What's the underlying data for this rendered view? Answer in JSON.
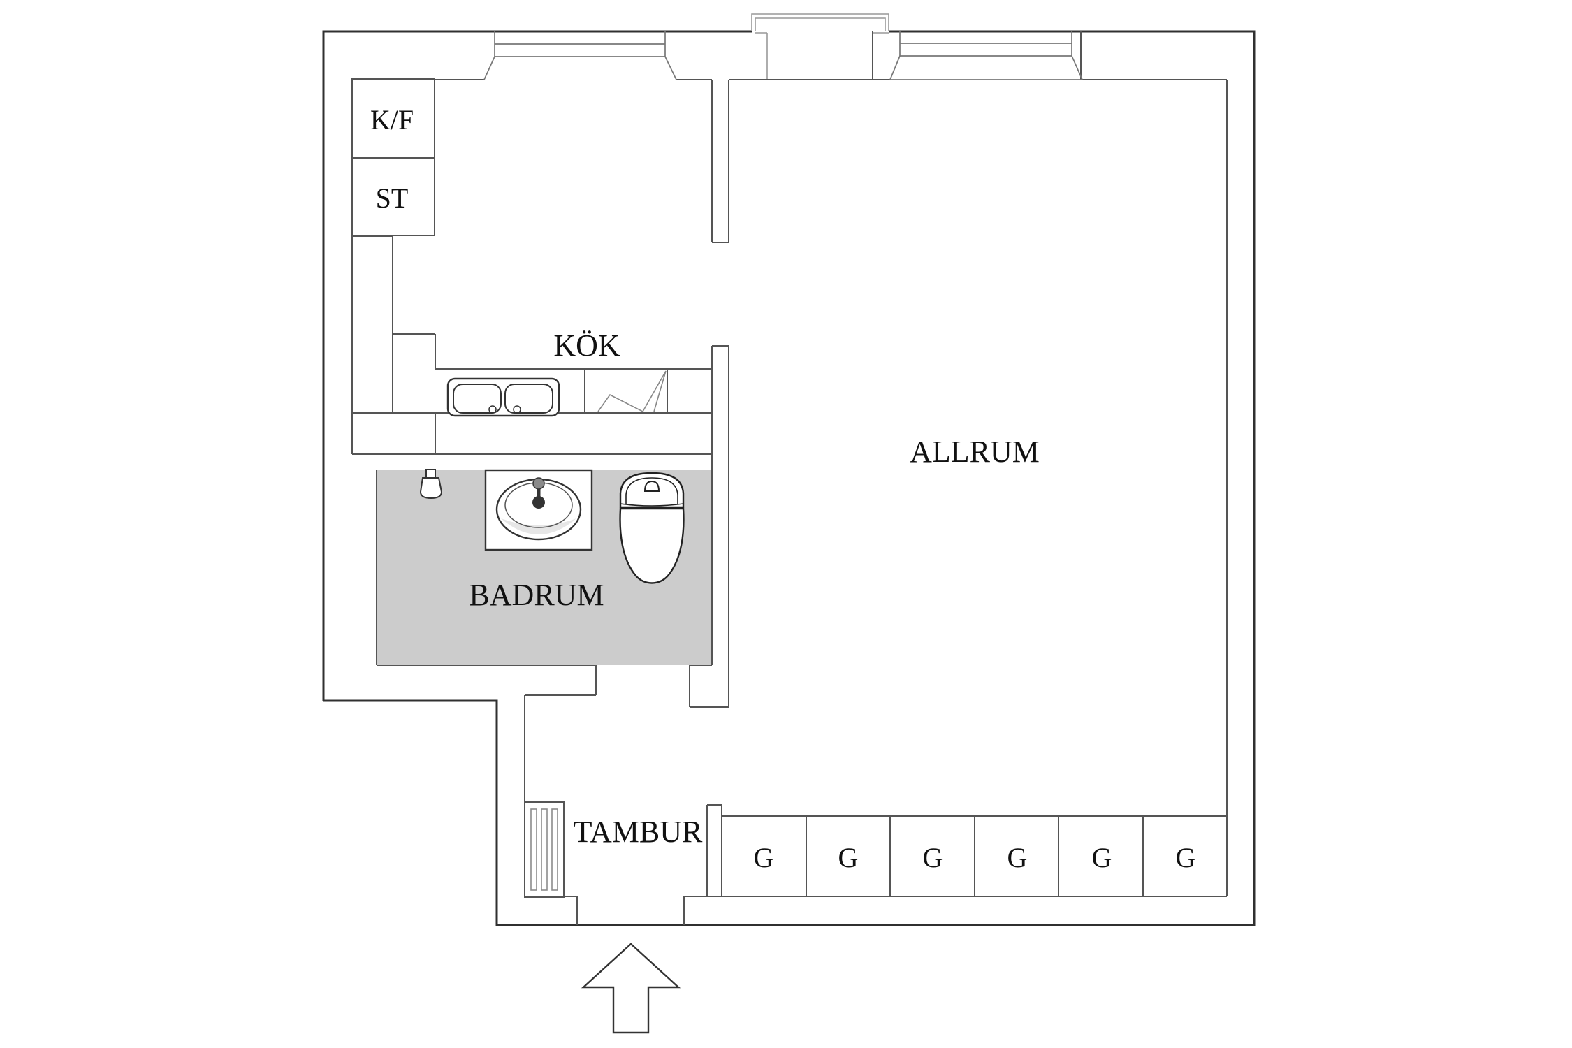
{
  "plan": {
    "type": "apartment-floor-plan",
    "rooms": [
      {
        "id": "kok",
        "label": "KÖK"
      },
      {
        "id": "allrum",
        "label": "ALLRUM"
      },
      {
        "id": "badrum",
        "label": "BADRUM"
      },
      {
        "id": "tambur",
        "label": "TAMBUR"
      }
    ],
    "fixture_labels": {
      "fridge_freezer": "K/F",
      "storage": "ST"
    },
    "wardrobes": [
      "G",
      "G",
      "G",
      "G",
      "G",
      "G"
    ],
    "icons": [
      "window-icon",
      "kitchen-sink-icon",
      "stove-icon",
      "washbasin-icon",
      "toilet-icon",
      "shower-icon",
      "radiator-icon",
      "entry-arrow-icon"
    ],
    "colors": {
      "background": "#ffffff",
      "badrum_floor": "#cccccc",
      "outer_wall_line": "#303030",
      "inner_wall_line": "#555555",
      "detail_line": "#8c8c8c",
      "fixture_line": "#333333",
      "text": "#111111"
    }
  }
}
